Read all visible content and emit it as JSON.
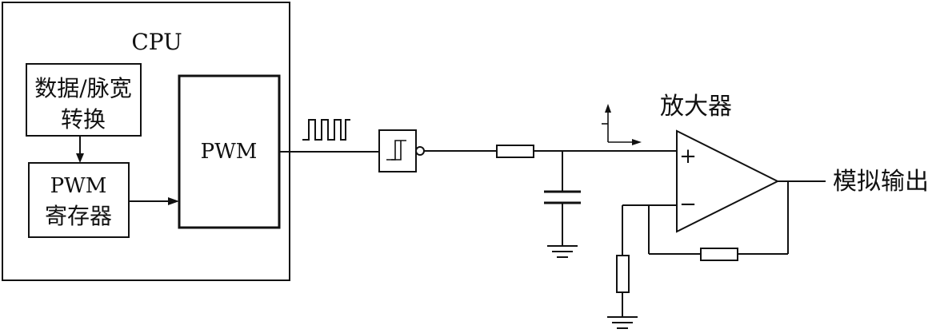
{
  "labels": {
    "cpu": "CPU",
    "converter_line1": "数据/脉宽",
    "converter_line2": "转换",
    "pwm_register_line1": "PWM",
    "pwm_register_line2": "寄存器",
    "pwm": "PWM",
    "amplifier": "放大器",
    "plus": "+",
    "minus": "−",
    "output": "模拟输出"
  },
  "colors": {
    "stroke": "#111111",
    "background": "#ffffff"
  }
}
